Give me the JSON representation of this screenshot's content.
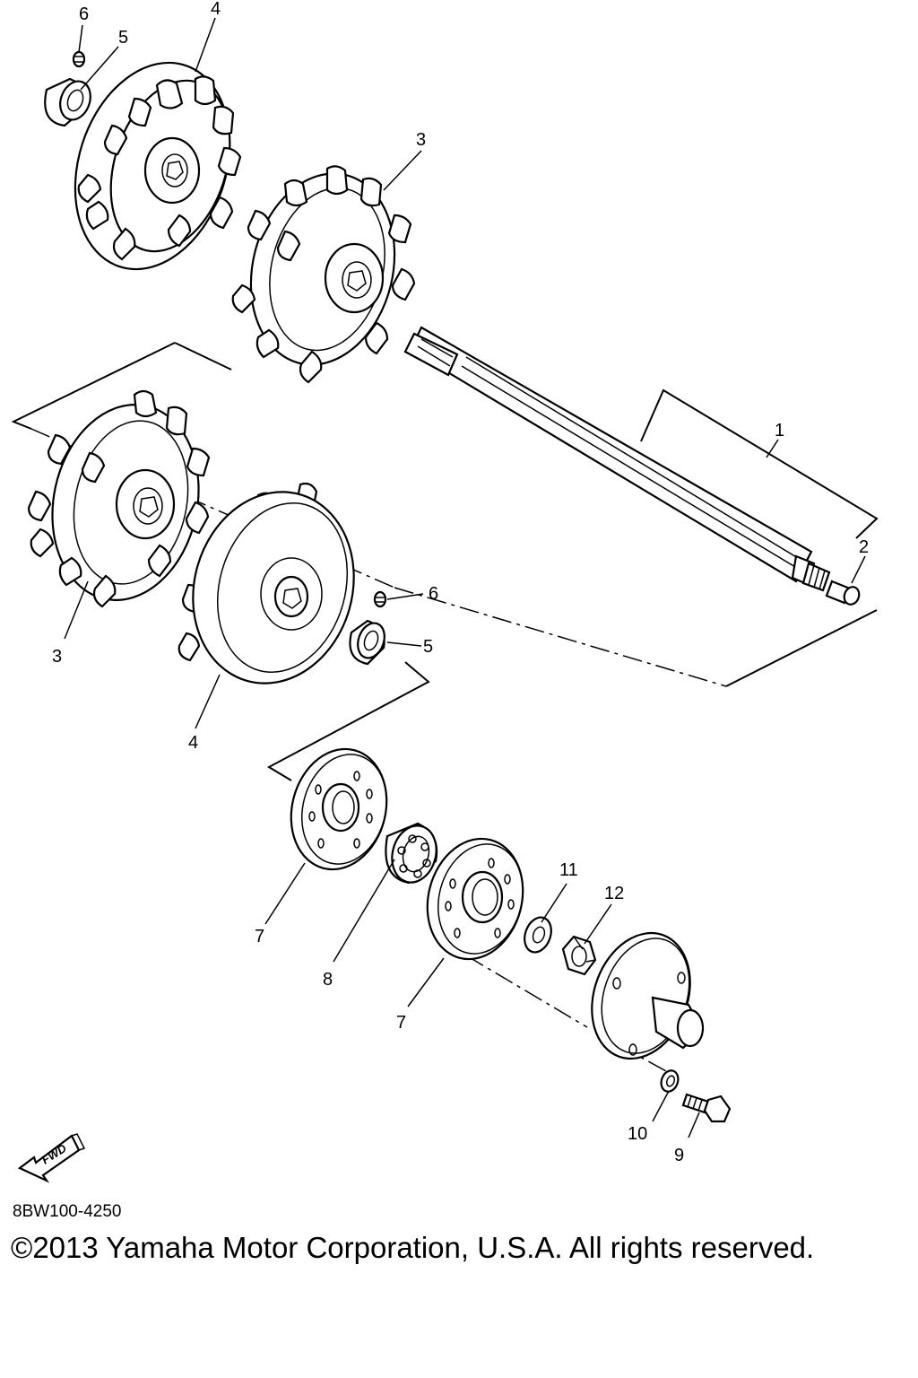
{
  "callouts": {
    "c1": "1",
    "c2": "2",
    "c3a": "3",
    "c3b": "3",
    "c4a": "4",
    "c4b": "4",
    "c5a": "5",
    "c5b": "5",
    "c6a": "6",
    "c6b": "6",
    "c7a": "7",
    "c7b": "7",
    "c8": "8",
    "c9": "9",
    "c10": "10",
    "c11": "11",
    "c12": "12"
  },
  "fwd_label": "FWD",
  "diagram_code": "8BW100-4250",
  "copyright": "©2013 Yamaha Motor Corporation, U.S.A. All rights reserved."
}
